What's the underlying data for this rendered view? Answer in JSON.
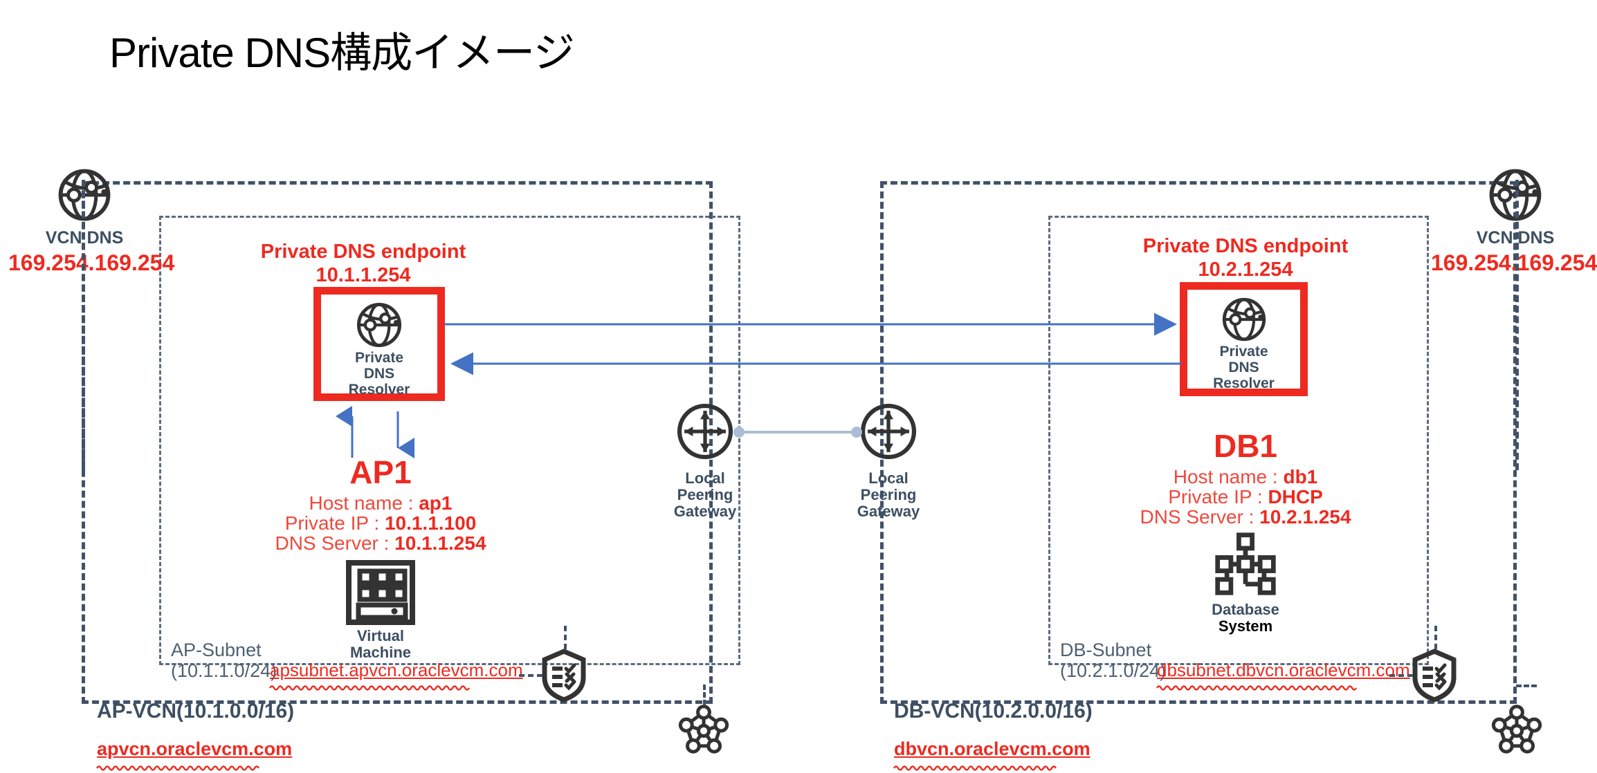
{
  "page": {
    "title": "Private DNS構成イメージ"
  },
  "colors": {
    "red": "#ee2a20",
    "slate": "#3d4f61",
    "dark": "#333333",
    "blue_arrow": "#4472c4",
    "peering_link": "#a9bdd4"
  },
  "left": {
    "vcn_dns": {
      "icon": "globe-dns-icon",
      "label": "VCN DNS",
      "ip": "169.254.169.254"
    },
    "private_dns_endpoint": {
      "title": "Private DNS endpoint",
      "ip": "10.1.1.254",
      "resolver_icon": "globe-dns-icon",
      "resolver_label_line1": "Private",
      "resolver_label_line2": "DNS",
      "resolver_label_line3": "Resolver"
    },
    "instance": {
      "name": "AP1",
      "host_name_label": "Host name : ",
      "host_name_value": "ap1",
      "private_ip_label": "Private IP : ",
      "private_ip_value": "10.1.1.100",
      "dns_server_label": "DNS Server : ",
      "dns_server_value": "10.1.1.254",
      "icon": "virtual-machine-icon",
      "icon_caption_line1": "Virtual",
      "icon_caption_line2": "Machine"
    },
    "subnet": {
      "name": "AP-Subnet",
      "cidr": "(10.1.1.0/24)",
      "domain": "apsubnet.apvcn.oraclevcm.com"
    },
    "vcn": {
      "label": "AP-VCN(10.1.0.0/16)",
      "domain": "apvcn.oraclevcm.com"
    },
    "security_list_icon": "shield-checklist-icon",
    "route_table_icon": "pentagon-network-icon",
    "peering_gateway": {
      "icon": "local-peering-gateway-icon",
      "line1": "Local",
      "line2": "Peering",
      "line3": "Gateway"
    }
  },
  "right": {
    "vcn_dns": {
      "icon": "globe-dns-icon",
      "label": "VCN DNS",
      "ip": "169.254.169.254"
    },
    "private_dns_endpoint": {
      "title": "Private DNS endpoint",
      "ip": "10.2.1.254",
      "resolver_icon": "globe-dns-icon",
      "resolver_label_line1": "Private",
      "resolver_label_line2": "DNS",
      "resolver_label_line3": "Resolver"
    },
    "instance": {
      "name": "DB1",
      "host_name_label": "Host name : ",
      "host_name_value": "db1",
      "private_ip_label": "Private IP : ",
      "private_ip_value": "DHCP",
      "dns_server_label": "DNS Server : ",
      "dns_server_value": "10.2.1.254",
      "icon": "database-system-icon",
      "icon_caption_line1": "Database",
      "icon_caption_line2": "System"
    },
    "subnet": {
      "name": "DB-Subnet",
      "cidr": "(10.2.1.0/24)",
      "domain": "dbsubnet.dbvcn.oraclevcm.com"
    },
    "vcn": {
      "label": "DB-VCN(10.2.0.0/16)",
      "domain": "dbvcn.oraclevcm.com"
    },
    "security_list_icon": "shield-checklist-icon",
    "route_table_icon": "pentagon-network-icon",
    "peering_gateway": {
      "icon": "local-peering-gateway-icon",
      "line1": "Local",
      "line2": "Peering",
      "line3": "Gateway"
    }
  },
  "flows": {
    "forward_arrow": "ap-resolver-to-db-resolver",
    "reverse_arrow": "db-resolver-to-ap-resolver",
    "vm_up_arrow": "ap1-query-to-resolver",
    "vm_down_arrow": "resolver-response-to-ap1",
    "peering_link": "lpg-to-lpg-connection"
  }
}
